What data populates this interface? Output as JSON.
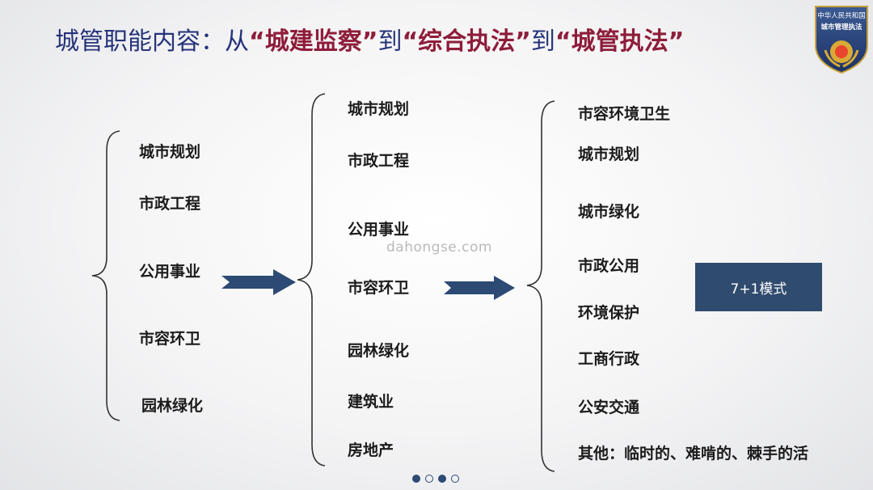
{
  "title": {
    "prefix": "城管职能内容：从",
    "quote1": "“城建监察”",
    "mid1": "到",
    "quote2": "“综合执法”",
    "mid2": "到",
    "quote3": "“城管执法”"
  },
  "badge": {
    "top_text": "中华人民共和国",
    "bottom_text": "城市管理执法"
  },
  "col1": [
    "城市规划",
    "市政工程",
    "公用事业",
    "市容环卫",
    "园林绿化"
  ],
  "col2": [
    "城市规划",
    "市政工程",
    "公用事业",
    "市容环卫",
    "园林绿化",
    "建筑业",
    "房地产"
  ],
  "col3": [
    "市容环境卫生",
    "城市规划",
    "城市绿化",
    "市政公用",
    "环境保护",
    "工商行政",
    "公安交通",
    "其他：临时的、难啃的、棘手的活"
  ],
  "mode_box": "7+1模式",
  "watermark": "dahongse.com",
  "pagination": {
    "total": 4,
    "filled": [
      0,
      2
    ]
  },
  "colors": {
    "title": "#26337a",
    "highlight": "#8e1d3a",
    "arrow": "#2c4a73",
    "box": "#2f4b6e"
  }
}
